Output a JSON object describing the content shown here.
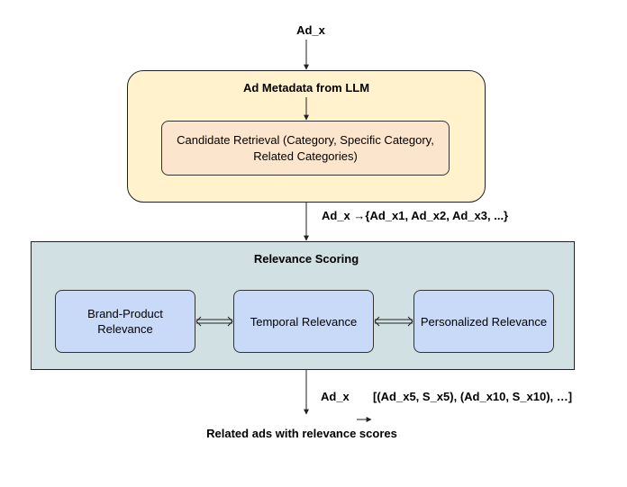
{
  "input": {
    "label": "Ad_x"
  },
  "metadata": {
    "title": "Ad Metadata from LLM",
    "retrieval_text": "Candidate Retrieval (Category, Specific Category, Related Categories)"
  },
  "candidates": {
    "label": "Ad_x →{Ad_x1, Ad_x2, Ad_x3, ...}"
  },
  "scoring": {
    "title": "Relevance Scoring",
    "nodes": [
      {
        "label": "Brand-Product Relevance"
      },
      {
        "label": "Temporal Relevance"
      },
      {
        "label": "Personalized Relevance"
      }
    ]
  },
  "output": {
    "ad_label": "Ad_x",
    "list_label": "[(Ad_x5, S_x5), (Ad_x10, S_x10), …]",
    "result_label": "Related ads with relevance scores"
  },
  "colors": {
    "metadata_fill": "#fff2cc",
    "retrieval_fill": "#fce5cd",
    "scoring_fill": "#d0e0e3",
    "node_fill": "#c9daf8"
  }
}
